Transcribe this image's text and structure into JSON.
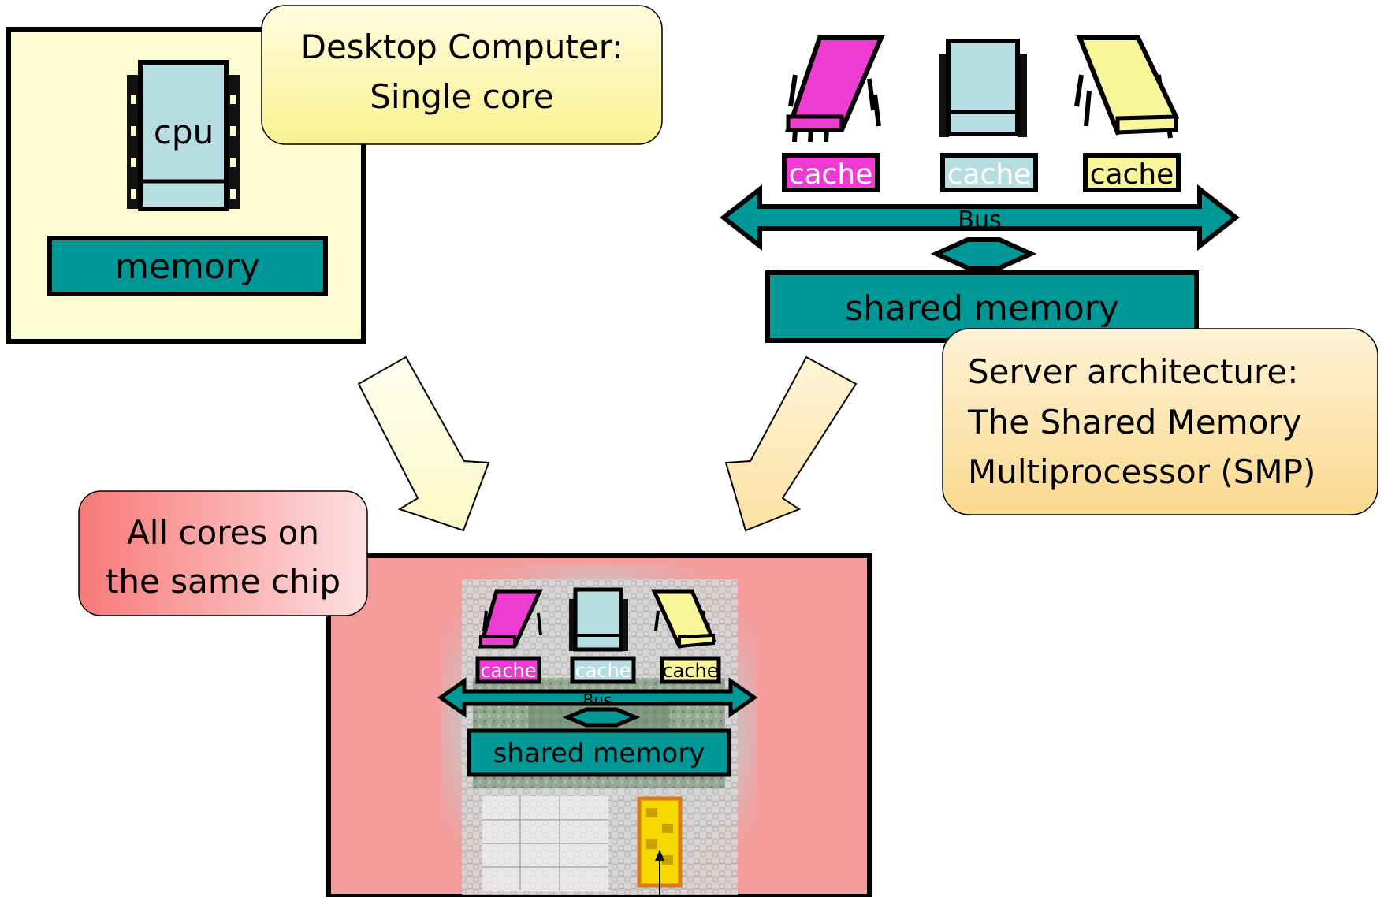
{
  "desktop": {
    "callout": [
      "Desktop Computer:",
      "Single core"
    ],
    "cpu_label": "cpu",
    "memory_label": "memory"
  },
  "server": {
    "callout": [
      "Server architecture:",
      "The Shared Memory",
      "Multiprocessor (SMP)"
    ],
    "caches": [
      "cache",
      "cache",
      "cache"
    ],
    "bus_label": "Bus",
    "memory_label": "shared memory"
  },
  "chip": {
    "callout": [
      "All cores on",
      "the same chip"
    ],
    "caches": [
      "cache",
      "cache",
      "cache"
    ],
    "bus_label": "Bus",
    "memory_label": "shared memory"
  },
  "colors": {
    "core_magenta": "#ee3cd2",
    "core_blue": "#b6dde2",
    "core_yellow": "#f8f59a",
    "teal": "#009897",
    "desktop_bg": "#fdfbd0",
    "chip_bg": "#f59c9c"
  }
}
